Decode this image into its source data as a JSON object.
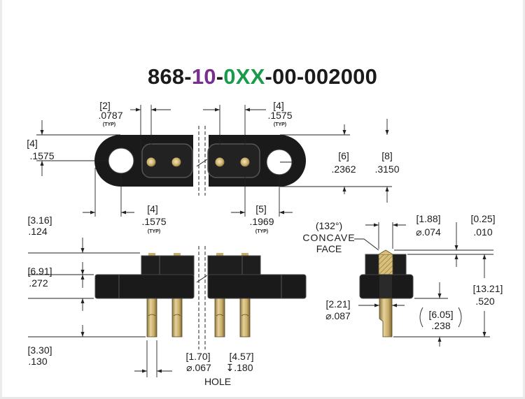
{
  "title": {
    "part_a": "868-",
    "part_b": "10",
    "part_c": "-",
    "part_d": "0XX",
    "part_e": "-00-002000"
  },
  "colors": {
    "body": "#1a1a1a",
    "pin": "#c9ad6a",
    "pin_dark": "#8c7440",
    "accent_purple": "#7a2f8f",
    "accent_green": "#1a9a4b"
  },
  "dimensions": {
    "pitch": {
      "mm": "[2]",
      "inch": ".0787",
      "note": "(TYP)"
    },
    "hole_spacing": {
      "mm": "[4]",
      "inch": ".1575",
      "note": "(TYP)"
    },
    "width_left": {
      "mm": "[4]",
      "inch": ".1575"
    },
    "height_mid": {
      "mm": "[6]",
      "inch": ".2362"
    },
    "height_total": {
      "mm": "[8]",
      "inch": ".3150"
    },
    "mount_offset": {
      "mm": "[4]",
      "inch": ".1575",
      "note": "(TYP)"
    },
    "end_offset": {
      "mm": "[5]",
      "inch": ".1969",
      "note": "(TYP)"
    },
    "top_height": {
      "mm": "[3.16]",
      "inch": ".124"
    },
    "body_height": {
      "mm": "[6.91]",
      "inch": ".272"
    },
    "pin_length": {
      "mm": "[3.30]",
      "inch": ".130"
    },
    "hole": {
      "mm": "[1.70]",
      "inch": "⌀.067",
      "depth_mm": "[4.57]",
      "depth_inch": "↧.180",
      "label": "HOLE"
    },
    "concave": {
      "angle": "(132°)",
      "line1": "CONCAVE",
      "line2": "FACE"
    },
    "tip_dia": {
      "mm": "[1.88]",
      "inch": "⌀.074"
    },
    "tip_protrusion": {
      "mm": "[0.25]",
      "inch": ".010"
    },
    "pin_dia": {
      "mm": "[2.21]",
      "inch": "⌀.087"
    },
    "overall": {
      "mm": "[13.21]",
      "inch": ".520"
    },
    "pin_exposed": {
      "mm": "[6.05]",
      "inch": ".238"
    }
  }
}
